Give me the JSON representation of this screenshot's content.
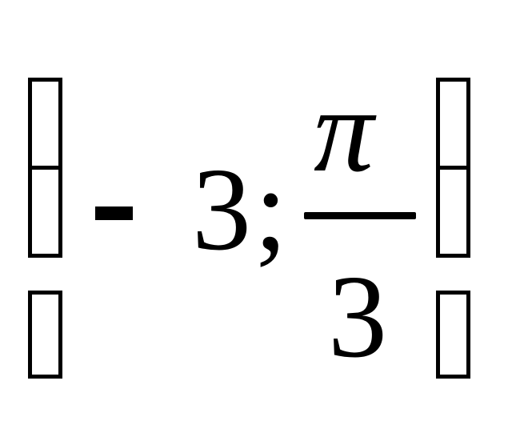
{
  "expression": {
    "minus": "-",
    "number": "3",
    "separator": ";",
    "numerator": "π",
    "denominator": "3"
  },
  "colors": {
    "ink": "#000000",
    "background": "#ffffff"
  },
  "icons": {
    "left_bracket": "missing-glyph-box-icon",
    "right_bracket": "missing-glyph-box-icon"
  }
}
